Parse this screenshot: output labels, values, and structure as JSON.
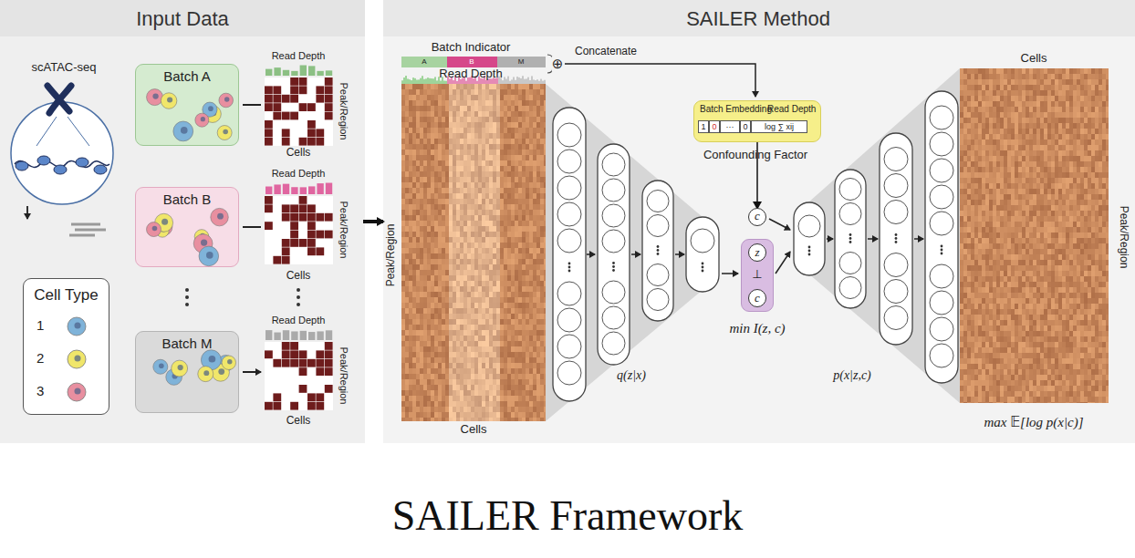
{
  "diagram": {
    "caption": "SAILER Framework",
    "nodes": [
      {
        "text": [
          "Input Data"
        ]
      },
      {
        "text": [
          "Batch A"
        ],
        "in": 0
      },
      {
        "text": [
          "Batch B"
        ],
        "in": 0
      },
      {
        "text": [
          "Batch M"
        ],
        "in": 0
      },
      {
        "text": [
          "Cell Type",
          "1",
          "2",
          "3"
        ],
        "in": 0
      },
      {
        "text": [
          "SAILER Method"
        ]
      },
      {
        "text": [
          "Batch Embedding",
          "Read Depth"
        ],
        "in": 5
      },
      {
        "text": [
          "c"
        ],
        "in": 5
      },
      {
        "text": [
          "z",
          "⊥",
          "c"
        ],
        "in": 5
      }
    ],
    "edges": [
      {
        "from": 0,
        "to": 5,
        "arrow": "to"
      },
      {
        "from": 6,
        "to": 7,
        "arrow": "to"
      }
    ],
    "labels": [
      "scATAC-seq",
      "Read Depth",
      "Peak/Region",
      "Cells",
      "Read Depth",
      "Peak/Region",
      "Cells",
      "Read Depth",
      "Peak/Region",
      "Cells",
      "Batch Indicator",
      "A",
      "B",
      "M",
      "Read Depth",
      "⊕",
      "Concatenate",
      "1",
      "0",
      "···",
      "0",
      "log ∑ xij",
      "Confounding Factor",
      "Peak/Region",
      "Cells",
      "q(z|x)",
      "min I(z, c)",
      "p(x|z,c)",
      "Cells",
      "Peak/Region",
      "max 𝔼[log p(x|c)]"
    ]
  }
}
